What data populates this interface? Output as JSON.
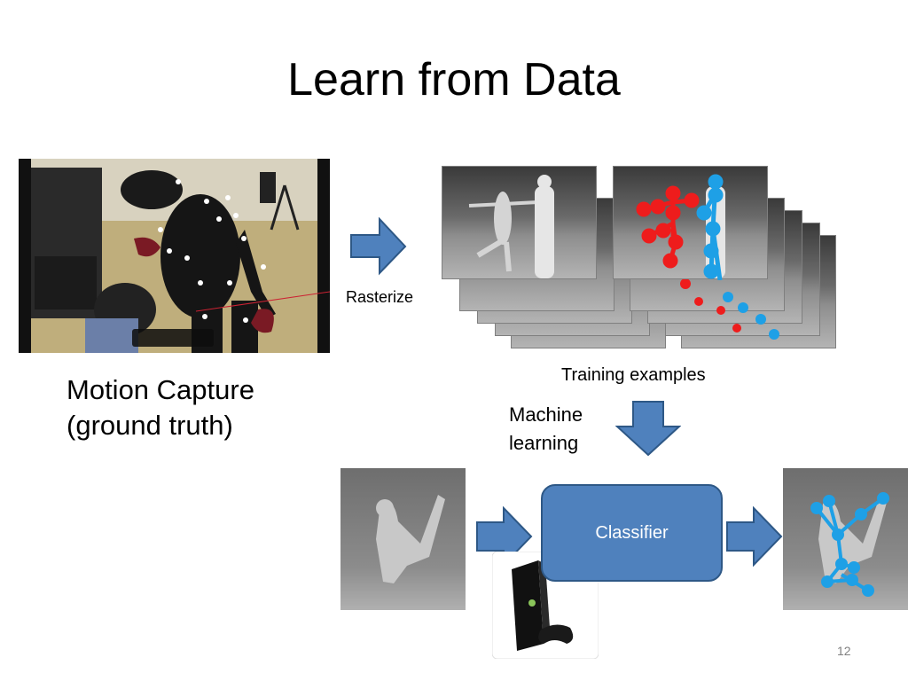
{
  "slide": {
    "title": "Learn from Data",
    "page_number": "12"
  },
  "mocap": {
    "caption_line1": "Motion Capture",
    "caption_line2": "(ground truth)"
  },
  "labels": {
    "rasterize": "Rasterize",
    "training_examples": "Training examples",
    "machine_line1": "Machine",
    "machine_line2": "learning",
    "classifier": "Classifier"
  },
  "colors": {
    "arrow_fill": "#4f81bd",
    "arrow_stroke": "#2e5886",
    "skeleton_red": "#ee1c1c",
    "skeleton_blue": "#1ea0e6"
  }
}
